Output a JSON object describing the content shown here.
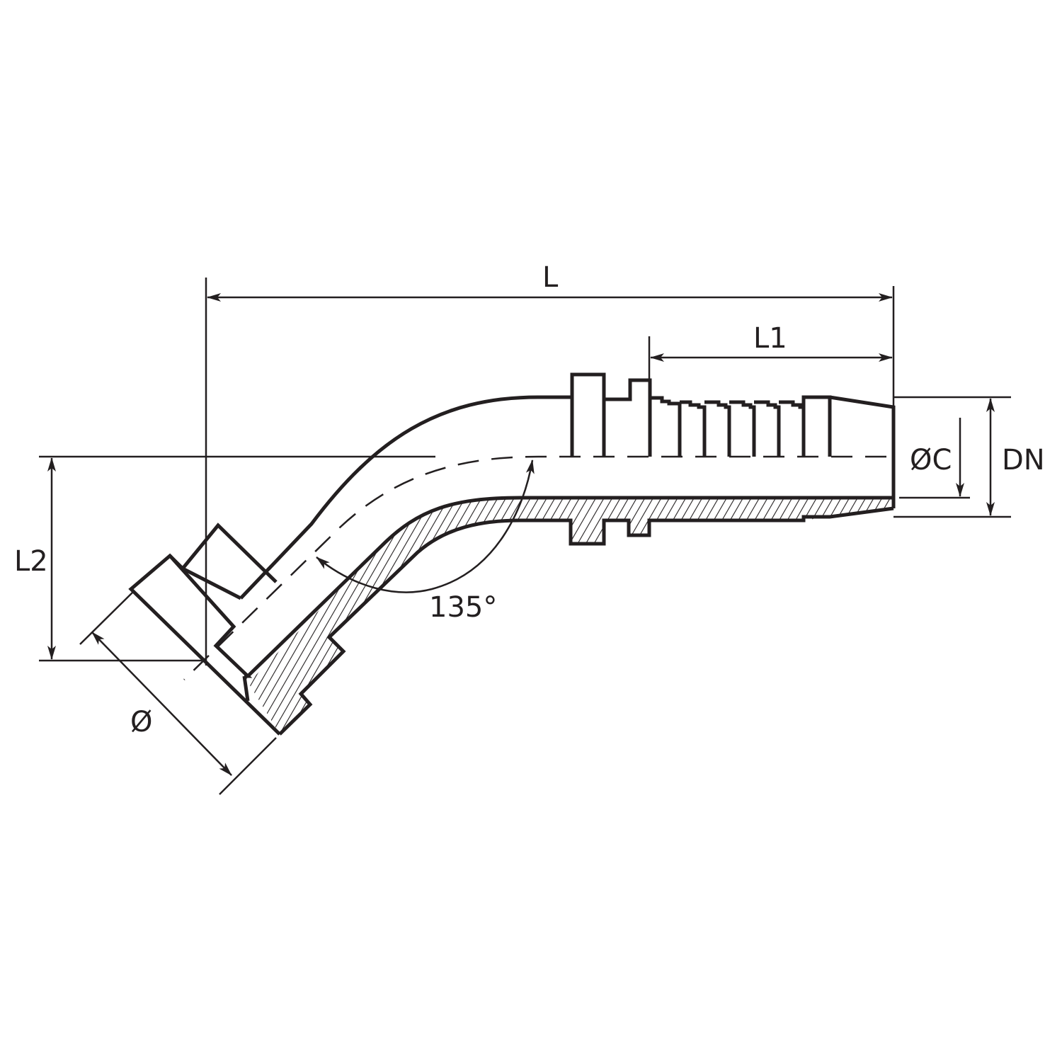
{
  "drawing": {
    "subject": "135° hose fitting with flange",
    "line_color": "#231f20",
    "background": "#ffffff"
  },
  "dimensions": {
    "L": "L",
    "L1": "L1",
    "L2": "L2",
    "diameter": "Ø",
    "C": "ØC",
    "DN": "DN",
    "angle": "135°"
  }
}
